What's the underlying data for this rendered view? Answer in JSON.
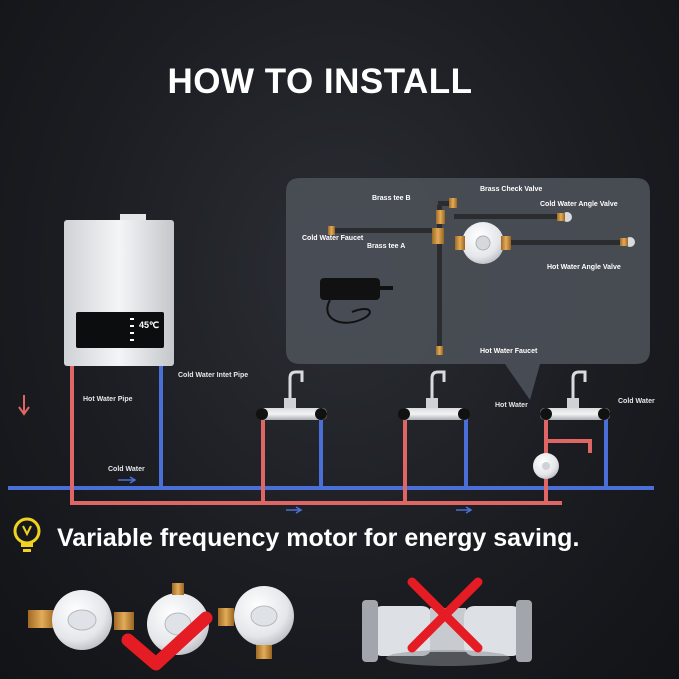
{
  "title": "HOW TO INSTALL",
  "inset": {
    "brass_tee_b": "Brass tee B",
    "brass_check_valve": "Brass Check Valve",
    "cold_water_angle_valve": "Cold Water Angle Valve",
    "cold_water_faucet": "Cold Water Faucet",
    "brass_tee_a": "Brass tee A",
    "hot_water_angle_valve": "Hot Water Angle Valve",
    "hot_water_faucet": "Hot Water Faucet"
  },
  "heater": {
    "temperature": "45℃"
  },
  "labels": {
    "cold_water_inlet_pipe": "Cold Water Intet Pipe",
    "hot_water_pipe": "Hot Water Pipe",
    "cold_water": "Cold Water",
    "hot_water": "Hot Water",
    "cold_water_right": "Cold Water"
  },
  "tagline": "Variable frequency motor for energy saving.",
  "colors": {
    "hot_pipe": "#e06565",
    "cold_pipe": "#4a6fd6",
    "bulb": "#f1d21f",
    "mark": "#e51c23"
  },
  "icons": [
    "lightbulb-icon",
    "check-mark-icon",
    "cross-mark-icon",
    "down-arrow"
  ]
}
